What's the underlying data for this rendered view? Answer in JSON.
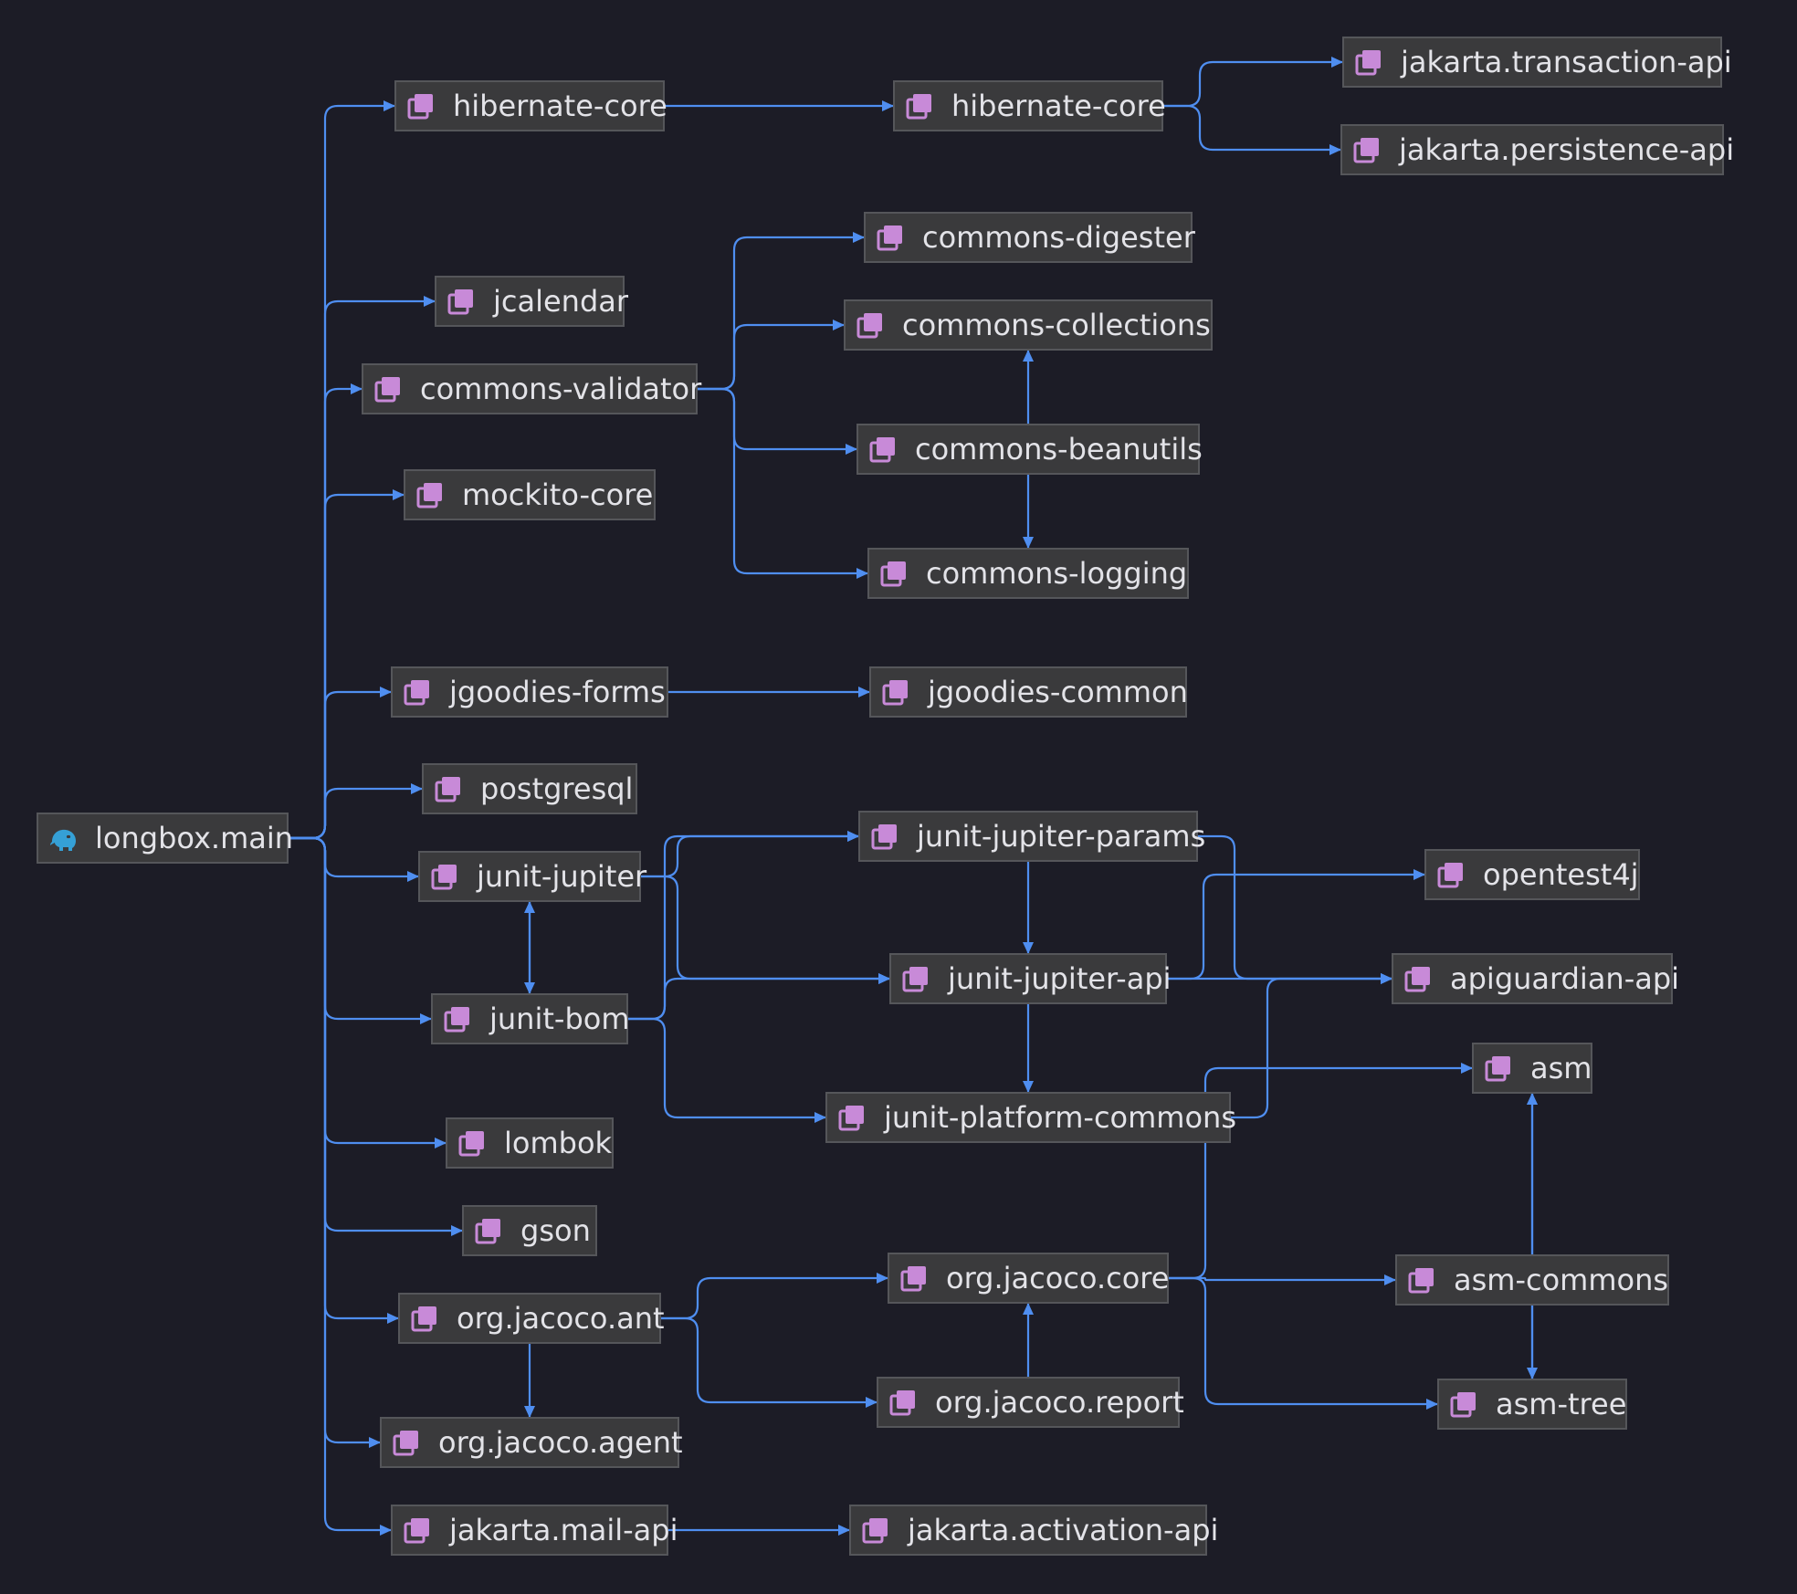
{
  "colors": {
    "background": "#1c1c26",
    "node_fill": "#3a3a3c",
    "node_border": "#55565a",
    "text": "#e3e3e8",
    "edge": "#4f8ef0",
    "library_icon": "#c88ad8",
    "root_icon": "#35a0d6"
  },
  "nodes": {
    "root": {
      "label": "longbox.main",
      "icon": "elephant-icon"
    },
    "hibernate_core": {
      "label": "hibernate-core",
      "icon": "library-icon"
    },
    "hibernate_core_2": {
      "label": "hibernate-core",
      "icon": "library-icon"
    },
    "jakarta_transaction_api": {
      "label": "jakarta.transaction-api",
      "icon": "library-icon"
    },
    "jakarta_persistence_api": {
      "label": "jakarta.persistence-api",
      "icon": "library-icon"
    },
    "jcalendar": {
      "label": "jcalendar",
      "icon": "library-icon"
    },
    "commons_validator": {
      "label": "commons-validator",
      "icon": "library-icon"
    },
    "commons_digester": {
      "label": "commons-digester",
      "icon": "library-icon"
    },
    "commons_collections": {
      "label": "commons-collections",
      "icon": "library-icon"
    },
    "commons_beanutils": {
      "label": "commons-beanutils",
      "icon": "library-icon"
    },
    "commons_logging": {
      "label": "commons-logging",
      "icon": "library-icon"
    },
    "mockito_core": {
      "label": "mockito-core",
      "icon": "library-icon"
    },
    "jgoodies_forms": {
      "label": "jgoodies-forms",
      "icon": "library-icon"
    },
    "jgoodies_common": {
      "label": "jgoodies-common",
      "icon": "library-icon"
    },
    "postgresql": {
      "label": "postgresql",
      "icon": "library-icon"
    },
    "junit_jupiter": {
      "label": "junit-jupiter",
      "icon": "library-icon"
    },
    "junit_bom": {
      "label": "junit-bom",
      "icon": "library-icon"
    },
    "junit_jupiter_params": {
      "label": "junit-jupiter-params",
      "icon": "library-icon"
    },
    "junit_jupiter_api": {
      "label": "junit-jupiter-api",
      "icon": "library-icon"
    },
    "junit_platform_commons": {
      "label": "junit-platform-commons",
      "icon": "library-icon"
    },
    "opentest4j": {
      "label": "opentest4j",
      "icon": "library-icon"
    },
    "apiguardian_api": {
      "label": "apiguardian-api",
      "icon": "library-icon"
    },
    "lombok": {
      "label": "lombok",
      "icon": "library-icon"
    },
    "gson": {
      "label": "gson",
      "icon": "library-icon"
    },
    "org_jacoco_ant": {
      "label": "org.jacoco.ant",
      "icon": "library-icon"
    },
    "org_jacoco_agent": {
      "label": "org.jacoco.agent",
      "icon": "library-icon"
    },
    "org_jacoco_core": {
      "label": "org.jacoco.core",
      "icon": "library-icon"
    },
    "org_jacoco_report": {
      "label": "org.jacoco.report",
      "icon": "library-icon"
    },
    "asm": {
      "label": "asm",
      "icon": "library-icon"
    },
    "asm_commons": {
      "label": "asm-commons",
      "icon": "library-icon"
    },
    "asm_tree": {
      "label": "asm-tree",
      "icon": "library-icon"
    },
    "jakarta_mail_api": {
      "label": "jakarta.mail-api",
      "icon": "library-icon"
    },
    "jakarta_activation_api": {
      "label": "jakarta.activation-api",
      "icon": "library-icon"
    }
  },
  "edges": [
    [
      "root",
      "hibernate_core"
    ],
    [
      "root",
      "jcalendar"
    ],
    [
      "root",
      "commons_validator"
    ],
    [
      "root",
      "mockito_core"
    ],
    [
      "root",
      "jgoodies_forms"
    ],
    [
      "root",
      "postgresql"
    ],
    [
      "root",
      "junit_jupiter"
    ],
    [
      "root",
      "junit_bom"
    ],
    [
      "root",
      "lombok"
    ],
    [
      "root",
      "gson"
    ],
    [
      "root",
      "org_jacoco_ant"
    ],
    [
      "root",
      "org_jacoco_agent"
    ],
    [
      "root",
      "jakarta_mail_api"
    ],
    [
      "hibernate_core",
      "hibernate_core_2"
    ],
    [
      "hibernate_core_2",
      "jakarta_transaction_api"
    ],
    [
      "hibernate_core_2",
      "jakarta_persistence_api"
    ],
    [
      "commons_validator",
      "commons_digester"
    ],
    [
      "commons_validator",
      "commons_collections"
    ],
    [
      "commons_validator",
      "commons_beanutils"
    ],
    [
      "commons_validator",
      "commons_logging"
    ],
    [
      "commons_beanutils",
      "commons_collections"
    ],
    [
      "commons_beanutils",
      "commons_logging"
    ],
    [
      "jgoodies_forms",
      "jgoodies_common"
    ],
    [
      "junit_jupiter",
      "junit_jupiter_params"
    ],
    [
      "junit_jupiter",
      "junit_jupiter_api"
    ],
    [
      "junit_jupiter",
      "junit_bom"
    ],
    [
      "junit_bom",
      "junit_jupiter"
    ],
    [
      "junit_bom",
      "junit_jupiter_params"
    ],
    [
      "junit_bom",
      "junit_jupiter_api"
    ],
    [
      "junit_bom",
      "junit_platform_commons"
    ],
    [
      "junit_jupiter_params",
      "junit_jupiter_api"
    ],
    [
      "junit_jupiter_params",
      "apiguardian_api"
    ],
    [
      "junit_jupiter_api",
      "junit_platform_commons"
    ],
    [
      "junit_jupiter_api",
      "opentest4j"
    ],
    [
      "junit_jupiter_api",
      "apiguardian_api"
    ],
    [
      "junit_platform_commons",
      "apiguardian_api"
    ],
    [
      "org_jacoco_ant",
      "org_jacoco_core"
    ],
    [
      "org_jacoco_ant",
      "org_jacoco_report"
    ],
    [
      "org_jacoco_ant",
      "org_jacoco_agent"
    ],
    [
      "org_jacoco_report",
      "org_jacoco_core"
    ],
    [
      "org_jacoco_core",
      "asm"
    ],
    [
      "org_jacoco_core",
      "asm_commons"
    ],
    [
      "org_jacoco_core",
      "asm_tree"
    ],
    [
      "asm_commons",
      "asm"
    ],
    [
      "asm_commons",
      "asm_tree"
    ],
    [
      "asm_tree",
      "asm"
    ],
    [
      "jakarta_mail_api",
      "jakarta_activation_api"
    ]
  ]
}
